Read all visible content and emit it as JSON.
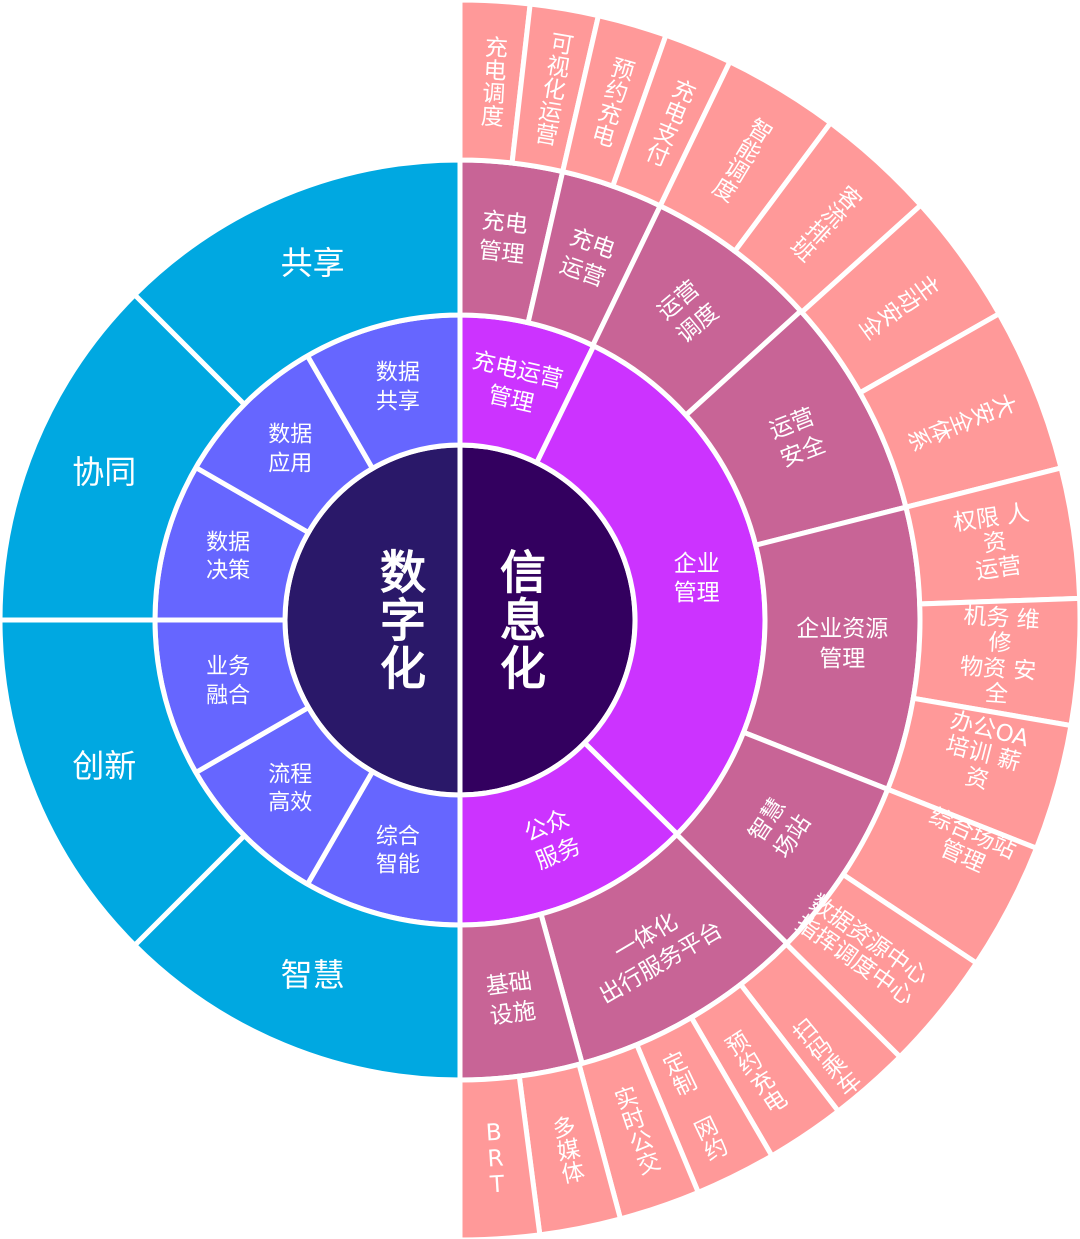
{
  "center": {
    "left": "数字化",
    "right": "信息化"
  },
  "colors": {
    "center_left": "#2a1869",
    "center_right": "#33005f",
    "left_inner": "#6666ff",
    "left_outer": "#00a8e1",
    "right_inner": "#cc33ff",
    "right_middle": "#c86496",
    "right_outer": "#ff9999"
  },
  "left_inner": [
    {
      "label": "综合\n智能",
      "span": 30
    },
    {
      "label": "流程\n高效",
      "span": 30
    },
    {
      "label": "业务\n融合",
      "span": 30
    },
    {
      "label": "数据\n决策",
      "span": 30
    },
    {
      "label": "数据\n应用",
      "span": 30
    },
    {
      "label": "数据\n共享",
      "span": 30
    }
  ],
  "left_outer": [
    {
      "label": "智慧",
      "span": 45
    },
    {
      "label": "创新",
      "span": 45
    },
    {
      "label": "协同",
      "span": 45
    },
    {
      "label": "共享",
      "span": 45
    }
  ],
  "right_inner": [
    {
      "label": "充电运营\n管理",
      "span": 26
    },
    {
      "label": "企业\n管理",
      "span": 108.6
    },
    {
      "label": "公众\n服务",
      "span": 45.4
    }
  ],
  "right_middle": [
    {
      "label": "充电\n管理",
      "span": 12.9
    },
    {
      "label": "充电\n运营",
      "span": 12.9
    },
    {
      "label": "运营\n调度",
      "span": 22
    },
    {
      "label": "运营\n安全",
      "span": 28
    },
    {
      "label": "企业资源\n管理",
      "span": 35.8
    },
    {
      "label": "智慧\n场站",
      "span": 23.1
    },
    {
      "label": "一体化\n出行服务平台",
      "span": 29.9
    },
    {
      "label": "基础\n设施",
      "span": 15.4
    }
  ],
  "right_outer": [
    {
      "label": "充电调度",
      "span": 6.5
    },
    {
      "label": "可视化运营",
      "span": 6.4
    },
    {
      "label": "预约充电",
      "span": 6.5
    },
    {
      "label": "充电支付",
      "span": 6.4
    },
    {
      "label": "智能调度",
      "span": 10.9
    },
    {
      "label": "客流排班",
      "span": 11.3
    },
    {
      "label": "主动安全",
      "span": 12.4
    },
    {
      "label": "大安全体系",
      "span": 15.4
    },
    {
      "label": "权限  人资\n运营",
      "span": 12.2
    },
    {
      "label": "机务  维修\n物资  安全",
      "span": 11.8
    },
    {
      "label": "办公OA\n培训  薪资",
      "span": 11.8
    },
    {
      "label": "综合场站\n管理",
      "span": 12
    },
    {
      "label": "数据资源中心\n指挥调度中心",
      "span": 11.2
    },
    {
      "label": "扫码乘车",
      "span": 7.6
    },
    {
      "label": "预约充电",
      "span": 7.4
    },
    {
      "label": "定制 网约",
      "span": 7.6
    },
    {
      "label": "实时公交",
      "span": 7.6
    },
    {
      "label": "多媒体",
      "span": 7.6
    },
    {
      "label": "BRT",
      "span": 7.4
    }
  ]
}
